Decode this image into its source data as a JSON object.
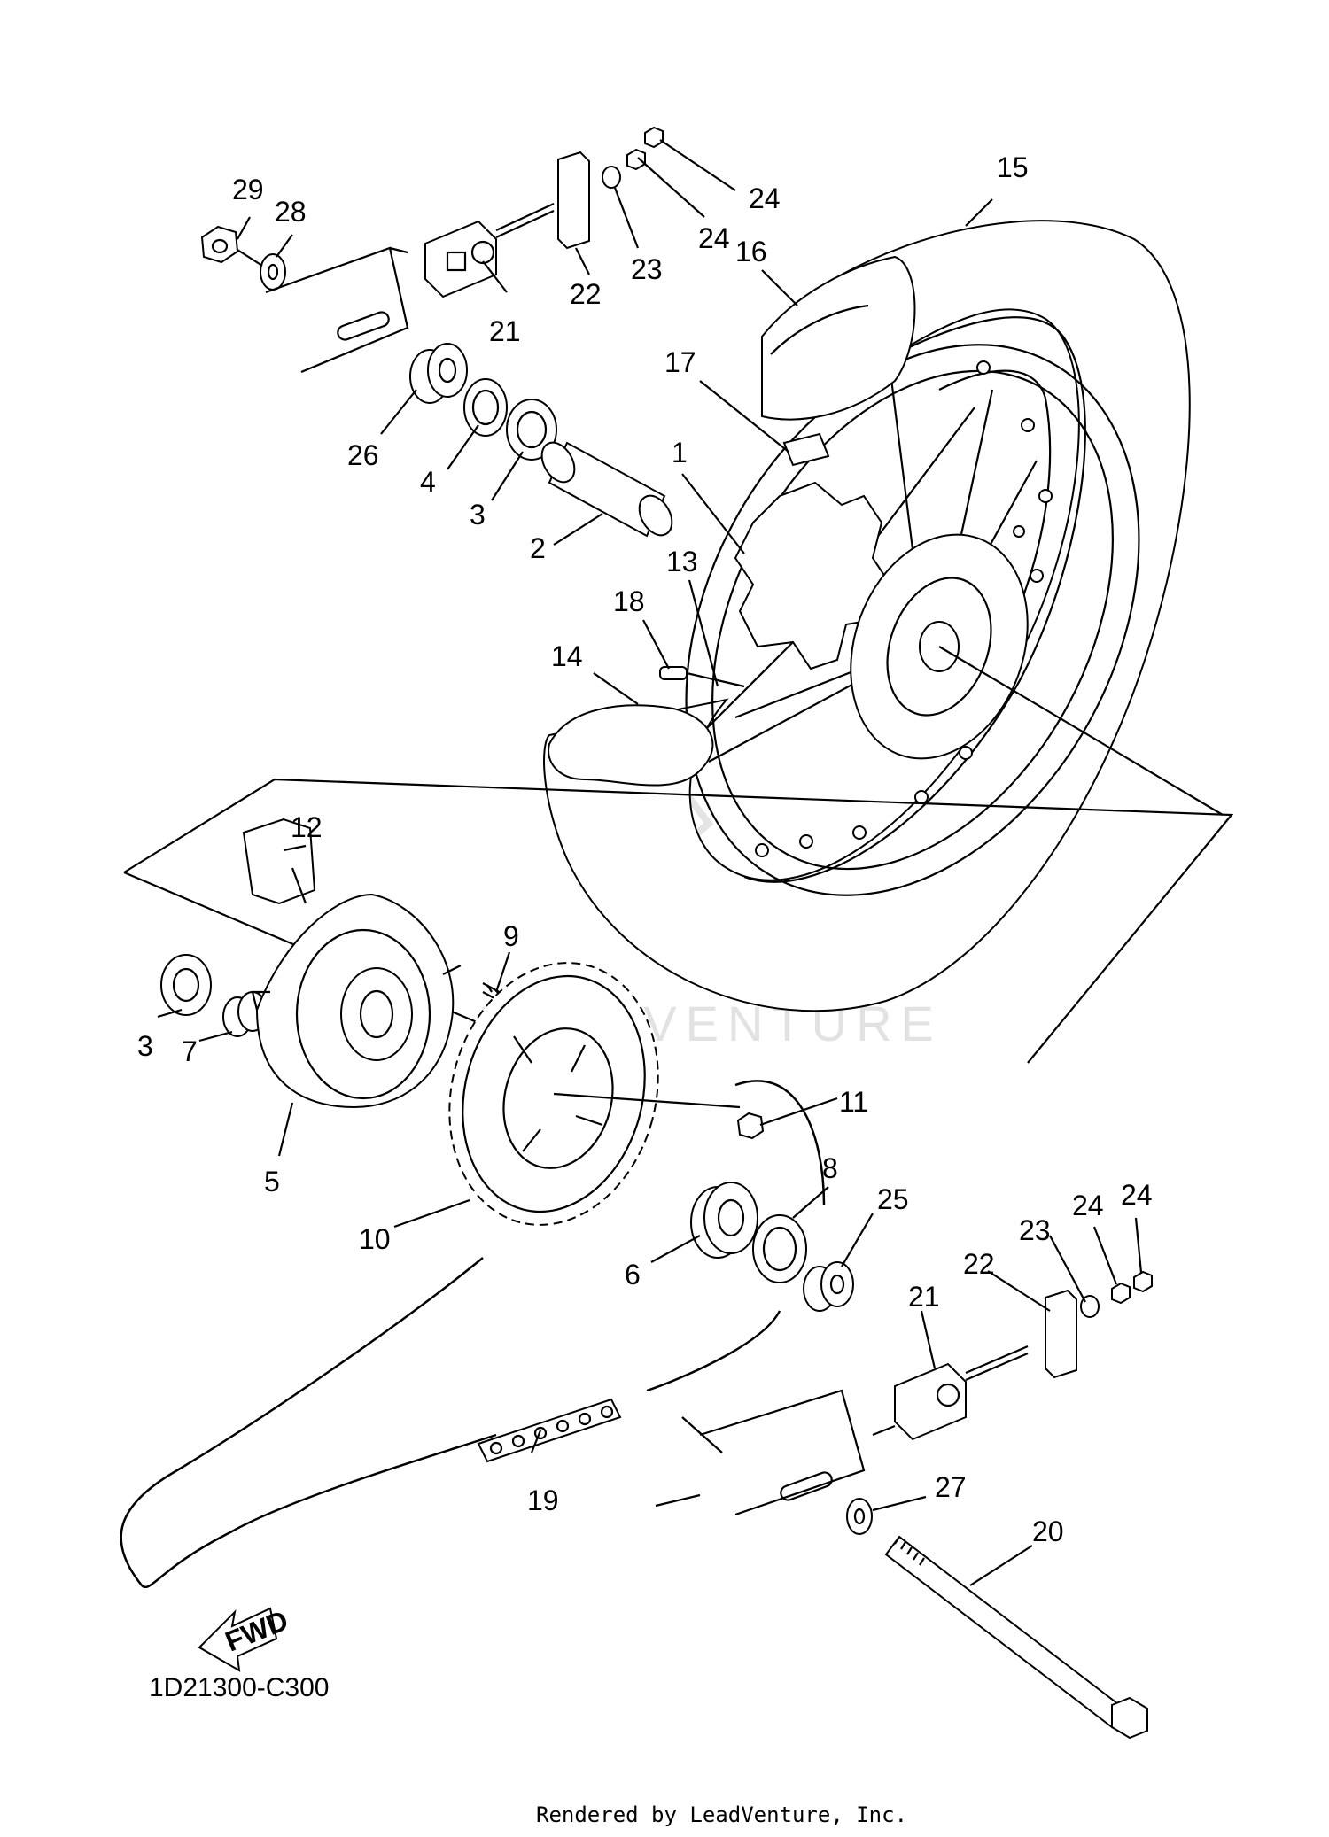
{
  "diagram": {
    "code": "1D21300-C300",
    "fwd_label": "FWD",
    "watermark": "LEADVENTURE",
    "footer": "Rendered by LeadVenture, Inc."
  },
  "callouts": [
    {
      "id": "c1",
      "label": "1"
    },
    {
      "id": "c2",
      "label": "2"
    },
    {
      "id": "c3a",
      "label": "3"
    },
    {
      "id": "c3b",
      "label": "3"
    },
    {
      "id": "c4",
      "label": "4"
    },
    {
      "id": "c5",
      "label": "5"
    },
    {
      "id": "c6",
      "label": "6"
    },
    {
      "id": "c7",
      "label": "7"
    },
    {
      "id": "c8",
      "label": "8"
    },
    {
      "id": "c9",
      "label": "9"
    },
    {
      "id": "c10",
      "label": "10"
    },
    {
      "id": "c11",
      "label": "11"
    },
    {
      "id": "c12",
      "label": "12"
    },
    {
      "id": "c13",
      "label": "13"
    },
    {
      "id": "c14",
      "label": "14"
    },
    {
      "id": "c15",
      "label": "15"
    },
    {
      "id": "c16",
      "label": "16"
    },
    {
      "id": "c17",
      "label": "17"
    },
    {
      "id": "c18",
      "label": "18"
    },
    {
      "id": "c19",
      "label": "19"
    },
    {
      "id": "c20",
      "label": "20"
    },
    {
      "id": "c21a",
      "label": "21"
    },
    {
      "id": "c21b",
      "label": "21"
    },
    {
      "id": "c22a",
      "label": "22"
    },
    {
      "id": "c22b",
      "label": "22"
    },
    {
      "id": "c23a",
      "label": "23"
    },
    {
      "id": "c23b",
      "label": "23"
    },
    {
      "id": "c24a",
      "label": "24"
    },
    {
      "id": "c24b",
      "label": "24"
    },
    {
      "id": "c24c",
      "label": "24"
    },
    {
      "id": "c24d",
      "label": "24"
    },
    {
      "id": "c25",
      "label": "25"
    },
    {
      "id": "c26",
      "label": "26"
    },
    {
      "id": "c27",
      "label": "27"
    },
    {
      "id": "c28",
      "label": "28"
    },
    {
      "id": "c29",
      "label": "29"
    }
  ]
}
